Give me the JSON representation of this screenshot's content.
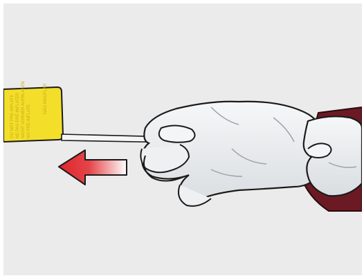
{
  "illustration": {
    "tag_text": [
      "DO NOT PRE-INFLATE",
      "NE PAS PRÉ-INFLATER",
      "NICHT VORHER AUFBLASEN",
      "NO PRE-INFLATE",
      "NÃO INSUFLAR"
    ],
    "arrow_direction": "left",
    "colors": {
      "background": "#ebebeb",
      "tag": "#f3df2a",
      "tag_text": "#c9a817",
      "arrow": "#e0262b",
      "glove": "#eef0f2",
      "sleeve": "#6b1a24",
      "catheter": "#f5f5f5",
      "marker": "#2c3f8c"
    }
  }
}
